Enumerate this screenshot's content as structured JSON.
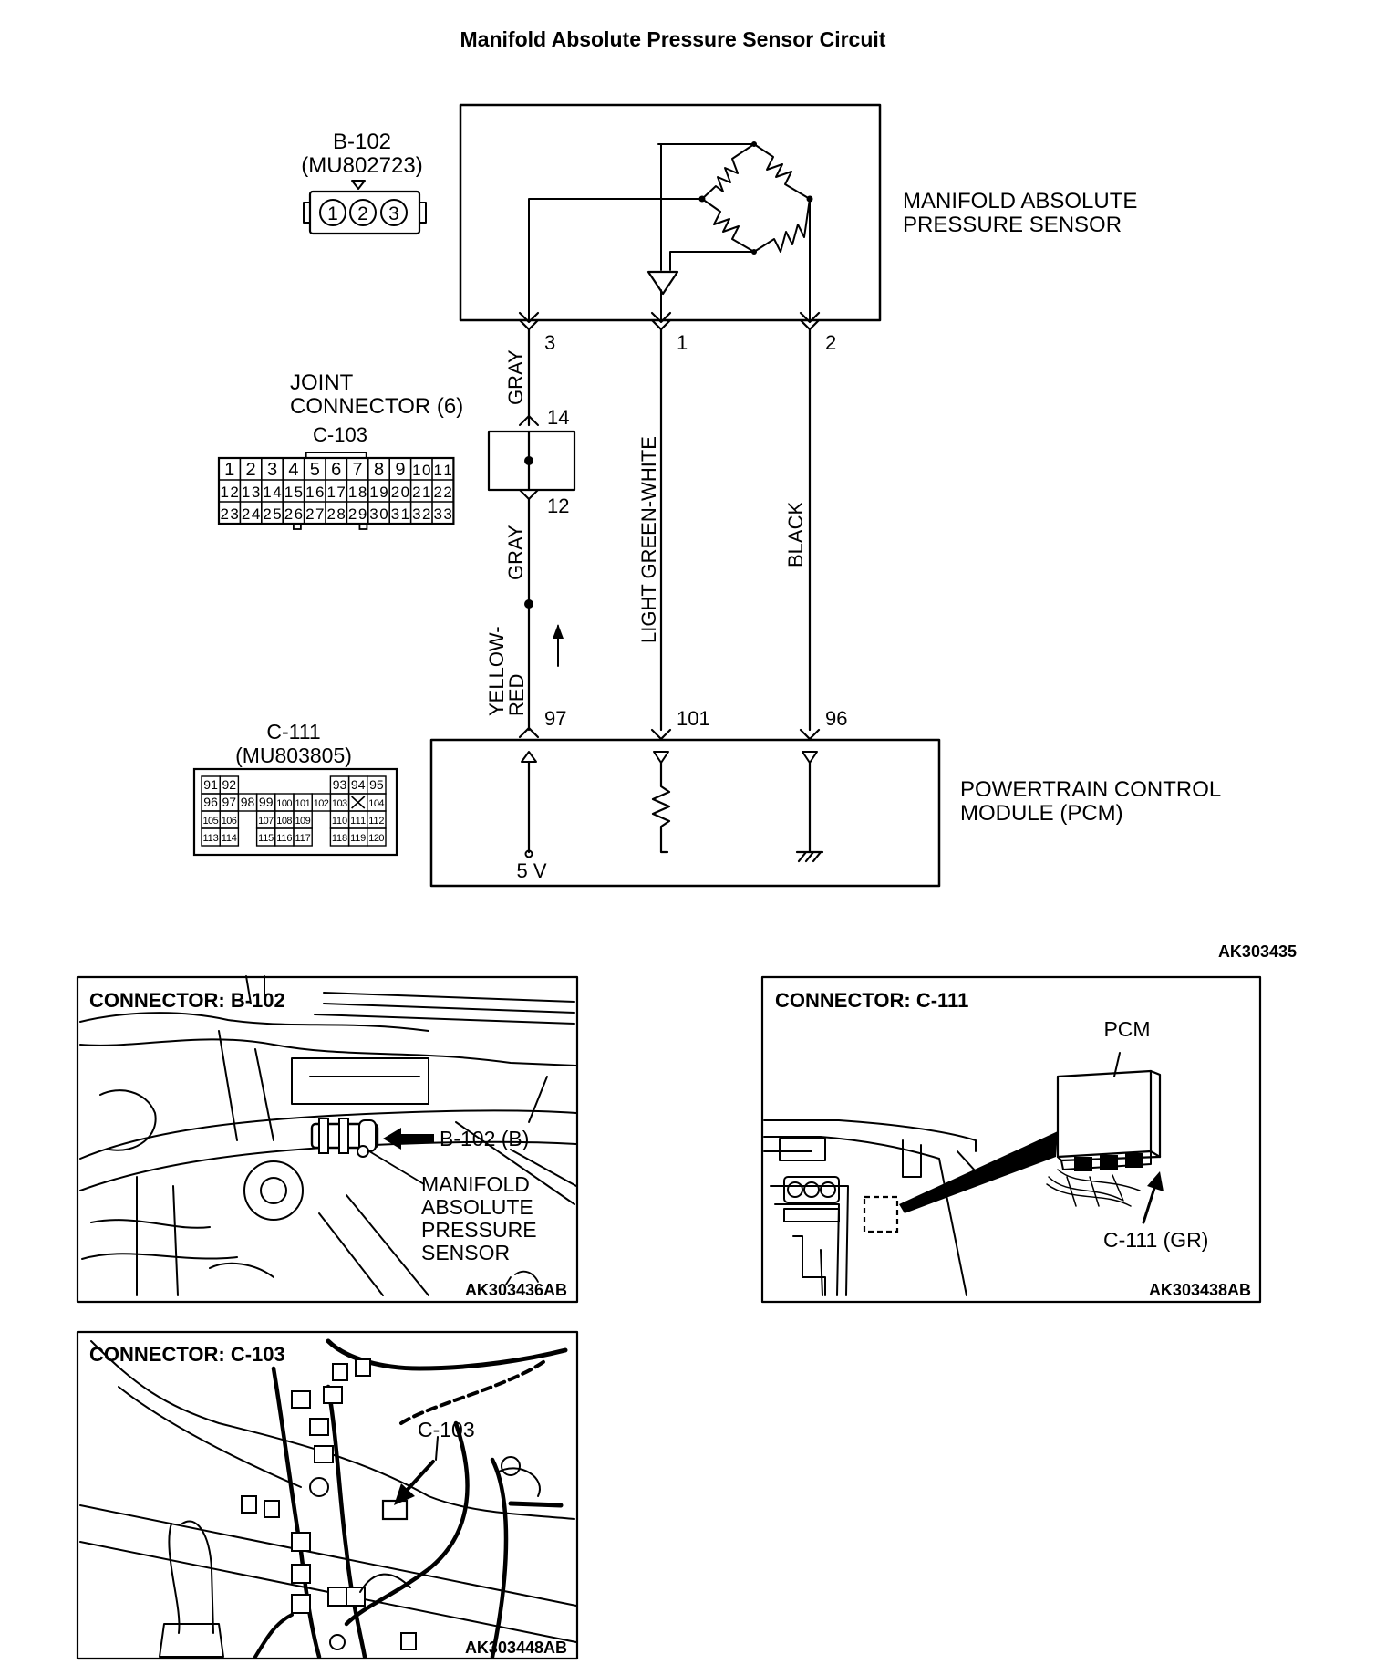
{
  "title": "Manifold Absolute Pressure Sensor Circuit",
  "figure_id": "AK303435",
  "sensor": {
    "label_line1": "MANIFOLD ABSOLUTE",
    "label_line2": "PRESSURE SENSOR"
  },
  "pcm": {
    "label_line1": "POWERTRAIN CONTROL",
    "label_line2": "MODULE (PCM)",
    "supply": "5 V"
  },
  "b102": {
    "name": "B-102",
    "part": "(MU802723)",
    "pins": [
      "1",
      "2",
      "3"
    ]
  },
  "joint": {
    "line1": "JOINT",
    "line2": "CONNECTOR (6)",
    "name": "C-103",
    "pins_row1": [
      "1",
      "2",
      "3",
      "4",
      "5",
      "6",
      "7",
      "8",
      "9",
      "10",
      "11"
    ],
    "pins_row2": [
      "12",
      "13",
      "14",
      "15",
      "16",
      "17",
      "18",
      "19",
      "20",
      "21",
      "22"
    ],
    "pins_row3": [
      "23",
      "24",
      "25",
      "26",
      "27",
      "28",
      "29",
      "30",
      "31",
      "32",
      "33"
    ],
    "pin_top": "14",
    "pin_bottom": "12"
  },
  "c111": {
    "name": "C-111",
    "part": "(MU803805)",
    "r1a": [
      "91",
      "92"
    ],
    "r1b": [
      "93",
      "94",
      "95"
    ],
    "r2": [
      "96",
      "97",
      "98",
      "99",
      "100",
      "101",
      "102",
      "103",
      "",
      "104"
    ],
    "r3a": [
      "105",
      "106"
    ],
    "r3b": [
      "107",
      "108",
      "109"
    ],
    "r3c": [
      "110",
      "111",
      "112"
    ],
    "r4a": [
      "113",
      "114"
    ],
    "r4b": [
      "115",
      "116",
      "117"
    ],
    "r4c": [
      "118",
      "119",
      "120"
    ]
  },
  "wires": {
    "sensor_pins": [
      "3",
      "1",
      "2"
    ],
    "gray_upper": "GRAY",
    "gray_lower": "GRAY",
    "yellow_red_1": "YELLOW-",
    "yellow_red_2": "RED",
    "light_green_white": "LIGHT GREEN-WHITE",
    "black": "BLACK",
    "pcm_pins": [
      "97",
      "101",
      "96"
    ]
  },
  "panel_b102": {
    "title": "CONNECTOR: B-102",
    "callout": "B-102 (B)",
    "sensor_l1": "MANIFOLD",
    "sensor_l2": "ABSOLUTE",
    "sensor_l3": "PRESSURE",
    "sensor_l4": "SENSOR",
    "code": "AK303436AB"
  },
  "panel_c111": {
    "title": "CONNECTOR: C-111",
    "pcm": "PCM",
    "callout": "C-111 (GR)",
    "code": "AK303438AB"
  },
  "panel_c103": {
    "title": "CONNECTOR: C-103",
    "callout": "C-103",
    "code": "AK303448AB"
  }
}
